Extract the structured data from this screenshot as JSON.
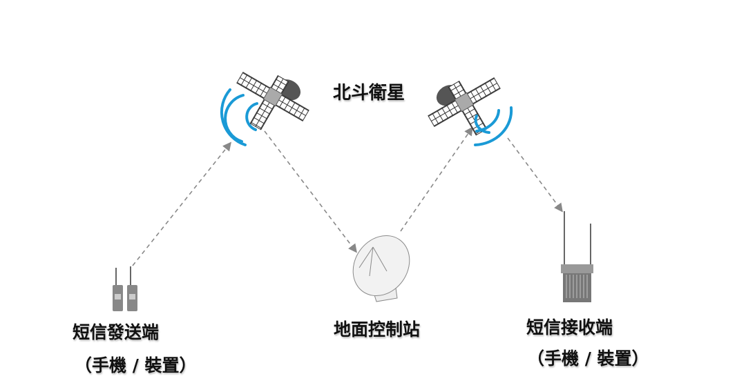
{
  "title": "北斗衛星",
  "nodes": {
    "sender": {
      "label": "短信發送端",
      "sublabel": "（手機 / 裝置）"
    },
    "ground_station": {
      "label": "地面控制站"
    },
    "receiver": {
      "label": "短信接收端",
      "sublabel": "（手機 / 裝置）"
    }
  },
  "colors": {
    "signal": "#1a9ad6",
    "arrow": "#888888",
    "device": "#8a8a8a"
  }
}
